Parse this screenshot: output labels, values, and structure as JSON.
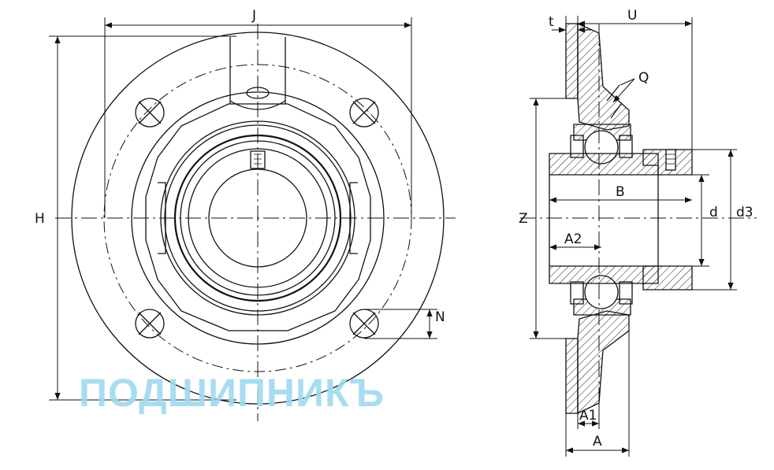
{
  "drawing": {
    "front_view": {
      "labels": {
        "width_total": "J",
        "height_total": "H",
        "hole_dia": "N"
      }
    },
    "side_view": {
      "labels": {
        "flange_thickness": "t",
        "overall_length": "U",
        "grease_fitting": "Q",
        "pilot_dia": "Z",
        "inner_ring_width": "B",
        "bore": "d",
        "collar_dia": "d3",
        "offset_a2": "A2",
        "offset_a1": "A1",
        "housing_width": "A"
      }
    },
    "watermark": "ПОДШИПНИКЪ"
  },
  "colors": {
    "line": "#111111",
    "watermark": "#9fdaf0"
  }
}
